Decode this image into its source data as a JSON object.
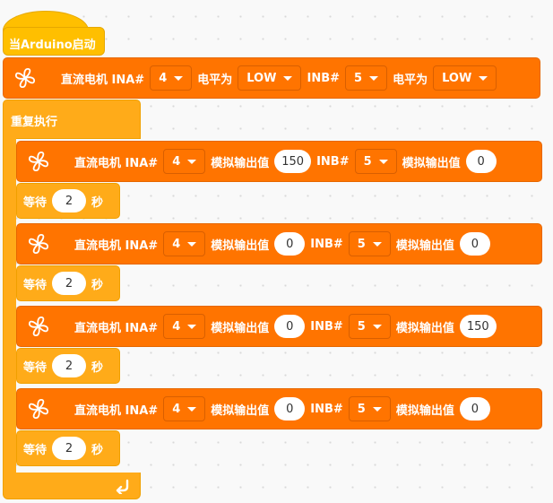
{
  "start_block": {
    "label": "当Arduino启动"
  },
  "init_motor": {
    "label": "直流电机 INA#",
    "ina": "4",
    "level_label_1": "电平为",
    "level_1": "LOW",
    "inb_label": "INB#",
    "inb": "5",
    "level_label_2": "电平为",
    "level_2": "LOW"
  },
  "loop": {
    "label": "重复执行",
    "steps": [
      {
        "motor_label": "直流电机 INA#",
        "ina": "4",
        "analog_label_1": "模拟输出值",
        "value_1": "150",
        "inb_label": "INB#",
        "inb": "5",
        "analog_label_2": "模拟输出值",
        "value_2": "0",
        "wait_label": "等待",
        "wait_value": "2",
        "wait_unit": "秒"
      },
      {
        "motor_label": "直流电机 INA#",
        "ina": "4",
        "analog_label_1": "模拟输出值",
        "value_1": "0",
        "inb_label": "INB#",
        "inb": "5",
        "analog_label_2": "模拟输出值",
        "value_2": "0",
        "wait_label": "等待",
        "wait_value": "2",
        "wait_unit": "秒"
      },
      {
        "motor_label": "直流电机 INA#",
        "ina": "4",
        "analog_label_1": "模拟输出值",
        "value_1": "0",
        "inb_label": "INB#",
        "inb": "5",
        "analog_label_2": "模拟输出值",
        "value_2": "150",
        "wait_label": "等待",
        "wait_value": "2",
        "wait_unit": "秒"
      },
      {
        "motor_label": "直流电机 INA#",
        "ina": "4",
        "analog_label_1": "模拟输出值",
        "value_1": "0",
        "inb_label": "INB#",
        "inb": "5",
        "analog_label_2": "模拟输出值",
        "value_2": "0",
        "wait_label": "等待",
        "wait_value": "2",
        "wait_unit": "秒"
      }
    ]
  },
  "colors": {
    "motor": "#ff7400",
    "control": "#ffab19",
    "event": "#ffbf00"
  },
  "icons": {
    "motor": "fan-icon",
    "loop_end": "loop-arrow-icon"
  }
}
